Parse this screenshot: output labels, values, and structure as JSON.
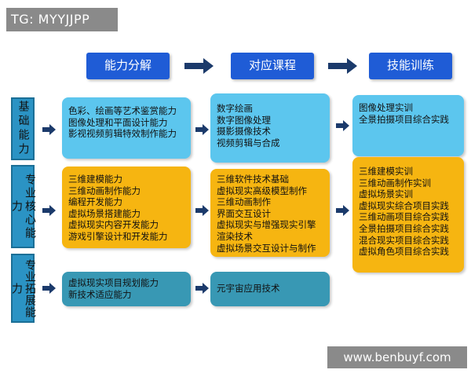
{
  "watermark_top": "TG: MYYJJPP",
  "watermark_bottom": "www.benbuyf.com",
  "headers": [
    "能力分解",
    "对应课程",
    "技能训练"
  ],
  "categories": [
    "基础能力",
    "专业核心能力",
    "专业拓展能力"
  ],
  "abilities": {
    "basic": [
      "色彩、绘画等艺术鉴赏能力",
      "图像处理和平面设计能力",
      "影视视频剪辑特效制作能力"
    ],
    "core": [
      "三维建模能力",
      "三维动画制作能力",
      "编程开发能力",
      "虚拟场景搭建能力",
      "虚拟现实内容开发能力",
      "游戏引擎设计和开发能力"
    ],
    "extended": [
      "虚拟现实项目规划能力",
      "新技术适应能力"
    ]
  },
  "courses": {
    "basic": [
      "数字绘画",
      "数字图像处理",
      "摄影摄像技术",
      "视频剪辑与合成"
    ],
    "core": [
      "三维软件技术基础",
      "虚拟现实高级模型制作",
      "三维动画制作",
      "界面交互设计",
      "虚拟现实与增强现实引擎",
      "渲染技术",
      "虚拟场景交互设计与制作"
    ],
    "extended": [
      "元宇宙应用技术"
    ]
  },
  "training": {
    "basic": [
      "图像处理实训",
      "全景拍摄项目综合实践"
    ],
    "core": [
      "三维建模实训",
      "三维动画制作实训",
      "虚拟场景实训",
      "虚拟现实综合项目实践",
      "三维动画项目综合实践",
      "全景拍摄项目综合实践",
      "混合现实项目综合实践",
      "虚拟角色项目综合实践"
    ]
  },
  "colors": {
    "header": "#1f5cd6",
    "category": "#2b93c4",
    "basic_box": "#5cc6ee",
    "core_box": "#f6b511",
    "extended_box": "#3898b4",
    "arrow": "#1b3a6b"
  }
}
